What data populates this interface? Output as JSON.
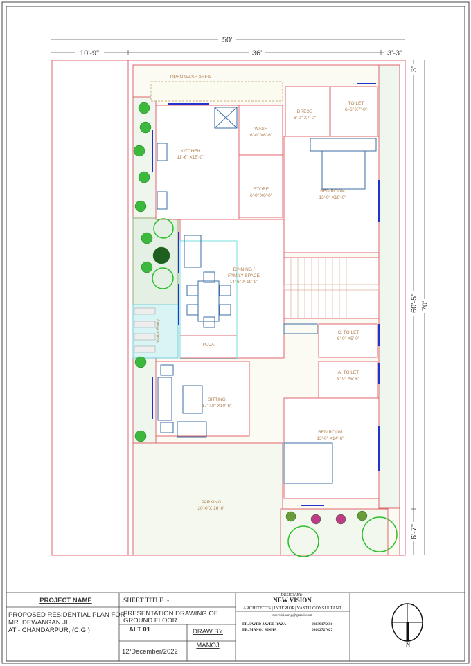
{
  "dimensions": {
    "total_width": "50'",
    "left_setback": "10'-9\"",
    "building_width": "36'",
    "right_setback": "3'-3\"",
    "rear_setback": "3'",
    "building_depth": "60'-5\"",
    "total_depth": "70'",
    "front_setback": "6'-7\""
  },
  "rooms": {
    "open_wash": {
      "name": "OPEN WASH AREA"
    },
    "kitchen": {
      "name": "KITCHEN",
      "size": "11'-6\" X15'-0\""
    },
    "wash": {
      "name": "WASH",
      "size": "6'-0\" X6'-6\""
    },
    "store": {
      "name": "STORE",
      "size": "6'-0\" X8'-0\""
    },
    "dress": {
      "name": "DRESS",
      "size": "6'-0\" X7'-0\""
    },
    "toilet": {
      "name": "TOILET",
      "size": "6'-6\" X7'-0\""
    },
    "bedroom1": {
      "name": "BED ROOM",
      "size": "13'-0\" X16'-0\""
    },
    "dining": {
      "name": "DINNING /",
      "name2": "FAMILY SPACE",
      "size": "14'-6\" X 19'-9\""
    },
    "puja": {
      "name": "PUJA"
    },
    "water_body": {
      "name": "Water Body"
    },
    "c_toilet": {
      "name": "C. TOILET",
      "size": "8'-0\" X5'-0\""
    },
    "a_toilet": {
      "name": "A. TOILET",
      "size": "8'-0\" X5'-6\""
    },
    "sitting": {
      "name": "SITTING",
      "size": "17'-10\" X10'-6\""
    },
    "bedroom2": {
      "name": "BED ROOM",
      "size": "13'-0\" X14'-6\""
    },
    "parking": {
      "name": "PARKING",
      "size": "20'-0\"X 16'-0\""
    }
  },
  "title_block": {
    "project_name_label": "PROJECT NAME",
    "project_line1": "PROPOSED RESIDENTIAL PLAN FOR",
    "project_line2": "MR.   DEWANGAN JI",
    "project_line3": "AT -    CHANDARPUR,  (C.G.)",
    "sheet_title_label": "SHEET TITLE :-",
    "sheet_title_line1": "PRESENTATION DRAWING OF",
    "sheet_title_line2": "GROUND FLOOR",
    "alt": "ALT 01",
    "draw_by_label": "DRAW BY",
    "draw_by": "MANOJ",
    "date": "12/December/2022",
    "design_by_label": "DESIGN BY:-",
    "firm": "NEW VISION",
    "firm_tagline": "ARCHITECTS | INTERIOR| VASTU CONSULTANT",
    "email": "newvisionrig@gmail.com",
    "contacts": [
      {
        "name": "ER.SAYED JAVED RAZA",
        "phone": "08839175656"
      },
      {
        "name": "ER. MANOJ SINHA",
        "phone": "08602727627"
      }
    ],
    "north": "N"
  },
  "colors": {
    "wall": "#e0666e",
    "furniture": "#3a6ea5",
    "label": "#b08050",
    "garden": "#eef6ee",
    "water": "#d8f4f4",
    "plant": "#3cb83c"
  }
}
